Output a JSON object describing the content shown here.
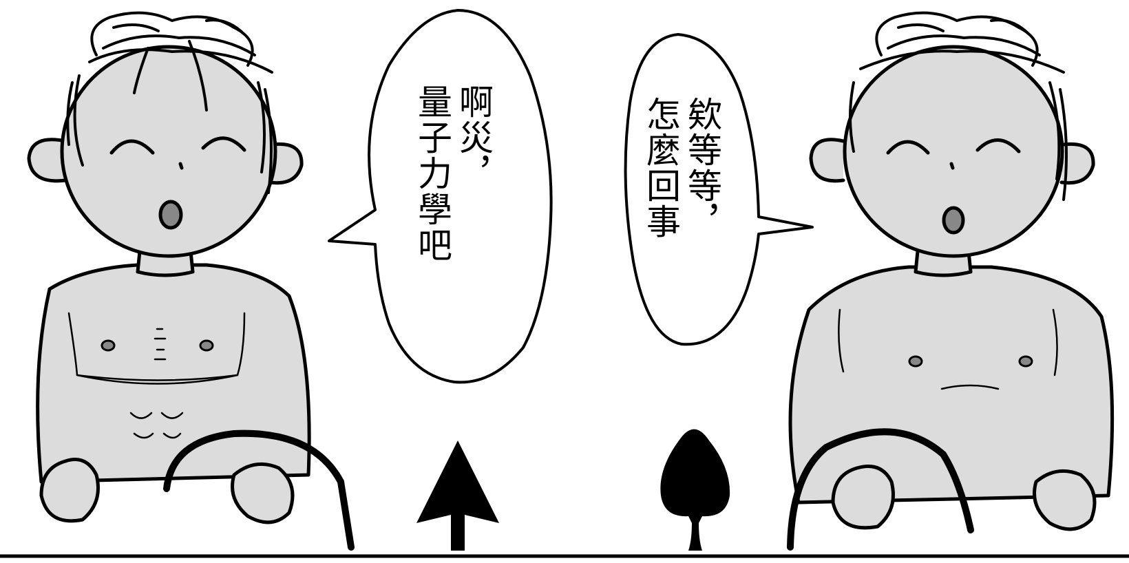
{
  "colors": {
    "skin": "#dcdcdc",
    "ink": "#000000",
    "background": "#ffffff"
  },
  "left_bubble": {
    "line1": "啊災，",
    "line2": "量子力學吧"
  },
  "right_bubble": {
    "line1": "欸等等，",
    "line2": "怎麼回事"
  }
}
